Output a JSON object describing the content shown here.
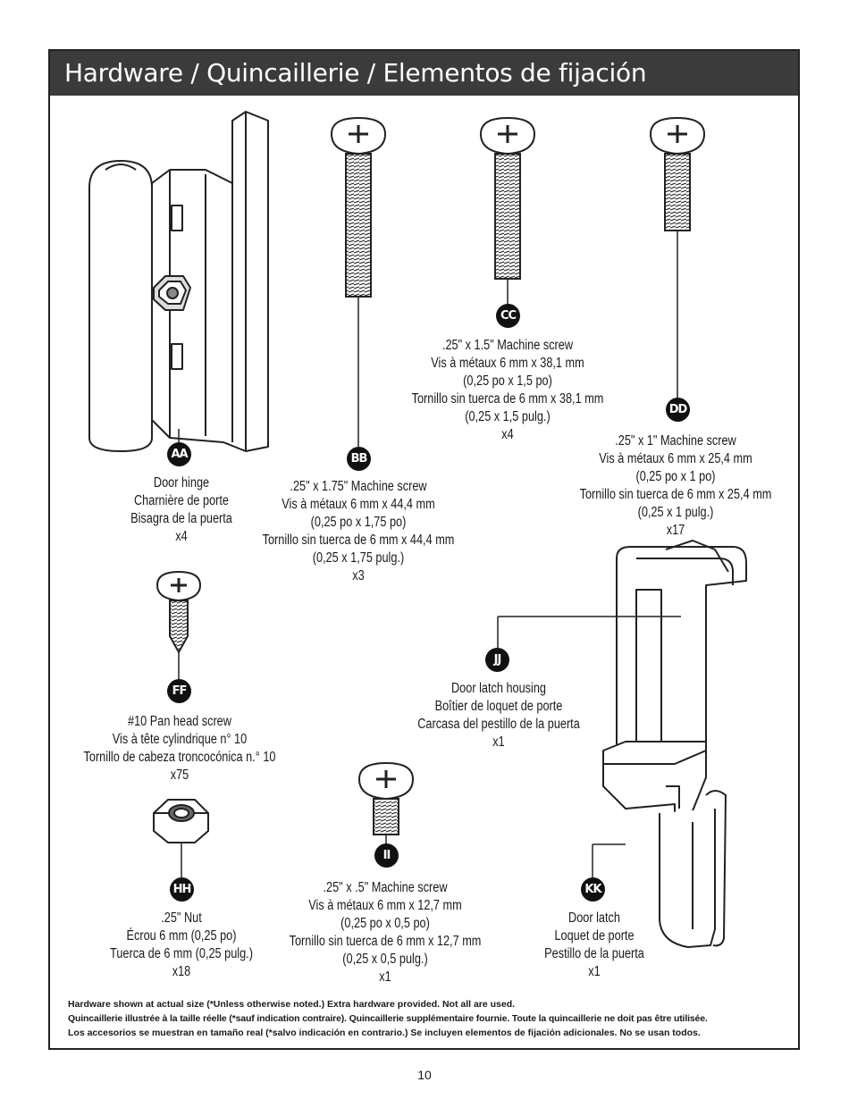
{
  "header": {
    "title": "Hardware / Quincaillerie / Elementos de fijación"
  },
  "items": {
    "aa": {
      "badge": "AA",
      "lines": [
        "Door hinge",
        "Charnière de porte",
        "Bisagra de la puerta",
        "x4"
      ]
    },
    "bb": {
      "badge": "BB",
      "lines": [
        ".25\" x 1.75\" Machine screw",
        "Vis à métaux 6 mm x 44,4 mm",
        "(0,25 po x 1,75 po)",
        "Tornillo sin tuerca de 6 mm x 44,4 mm",
        "(0,25 x 1,75 pulg.)",
        "x3"
      ]
    },
    "cc": {
      "badge": "CC",
      "lines": [
        ".25\" x 1.5\" Machine screw",
        "Vis à métaux 6 mm x 38,1 mm",
        "(0,25 po x 1,5 po)",
        "Tornillo sin tuerca de 6 mm x 38,1 mm",
        "(0,25 x 1,5 pulg.)",
        "x4"
      ]
    },
    "dd": {
      "badge": "DD",
      "lines": [
        ".25\" x 1\" Machine screw",
        "Vis à métaux 6 mm x 25,4 mm",
        "(0,25 po x 1 po)",
        "Tornillo sin tuerca de 6 mm x 25,4 mm",
        "(0,25 x 1 pulg.)",
        "x17"
      ]
    },
    "ff": {
      "badge": "FF",
      "lines": [
        "#10 Pan head screw",
        "Vis à tête cylindrique n° 10",
        "Tornillo de cabeza troncocónica n.° 10",
        "x75"
      ]
    },
    "jj": {
      "badge": "JJ",
      "lines": [
        "Door latch housing",
        "Boîtier de loquet de porte",
        "Carcasa del pestillo de la puerta",
        "x1"
      ]
    },
    "hh": {
      "badge": "HH",
      "lines": [
        ".25\" Nut",
        "Écrou 6 mm (0,25 po)",
        "Tuerca de 6 mm (0,25 pulg.)",
        "x18"
      ]
    },
    "ii": {
      "badge": "II",
      "lines": [
        ".25\" x .5\" Machine screw",
        "Vis à métaux 6 mm x 12,7 mm",
        "(0,25 po x 0,5 po)",
        "Tornillo sin tuerca de 6 mm x 12,7 mm",
        "(0,25 x 0,5 pulg.)",
        "x1"
      ]
    },
    "kk": {
      "badge": "KK",
      "lines": [
        "Door latch",
        "Loquet de porte",
        "Pestillo de la puerta",
        "x1"
      ]
    }
  },
  "footnotes": [
    "Hardware shown at actual size (*Unless otherwise noted.) Extra hardware provided. Not all are used.",
    "Quincaillerie illustrée à la taille réelle (*sauf indication contraire). Quincaillerie supplémentaire fournie. Toute la quincaillerie ne doit pas être utilisée.",
    "Los accesorios se muestran en tamaño real (*salvo indicación en contrario.) Se incluyen elementos de fijación adicionales. No se usan todos."
  ],
  "page_number": "10"
}
